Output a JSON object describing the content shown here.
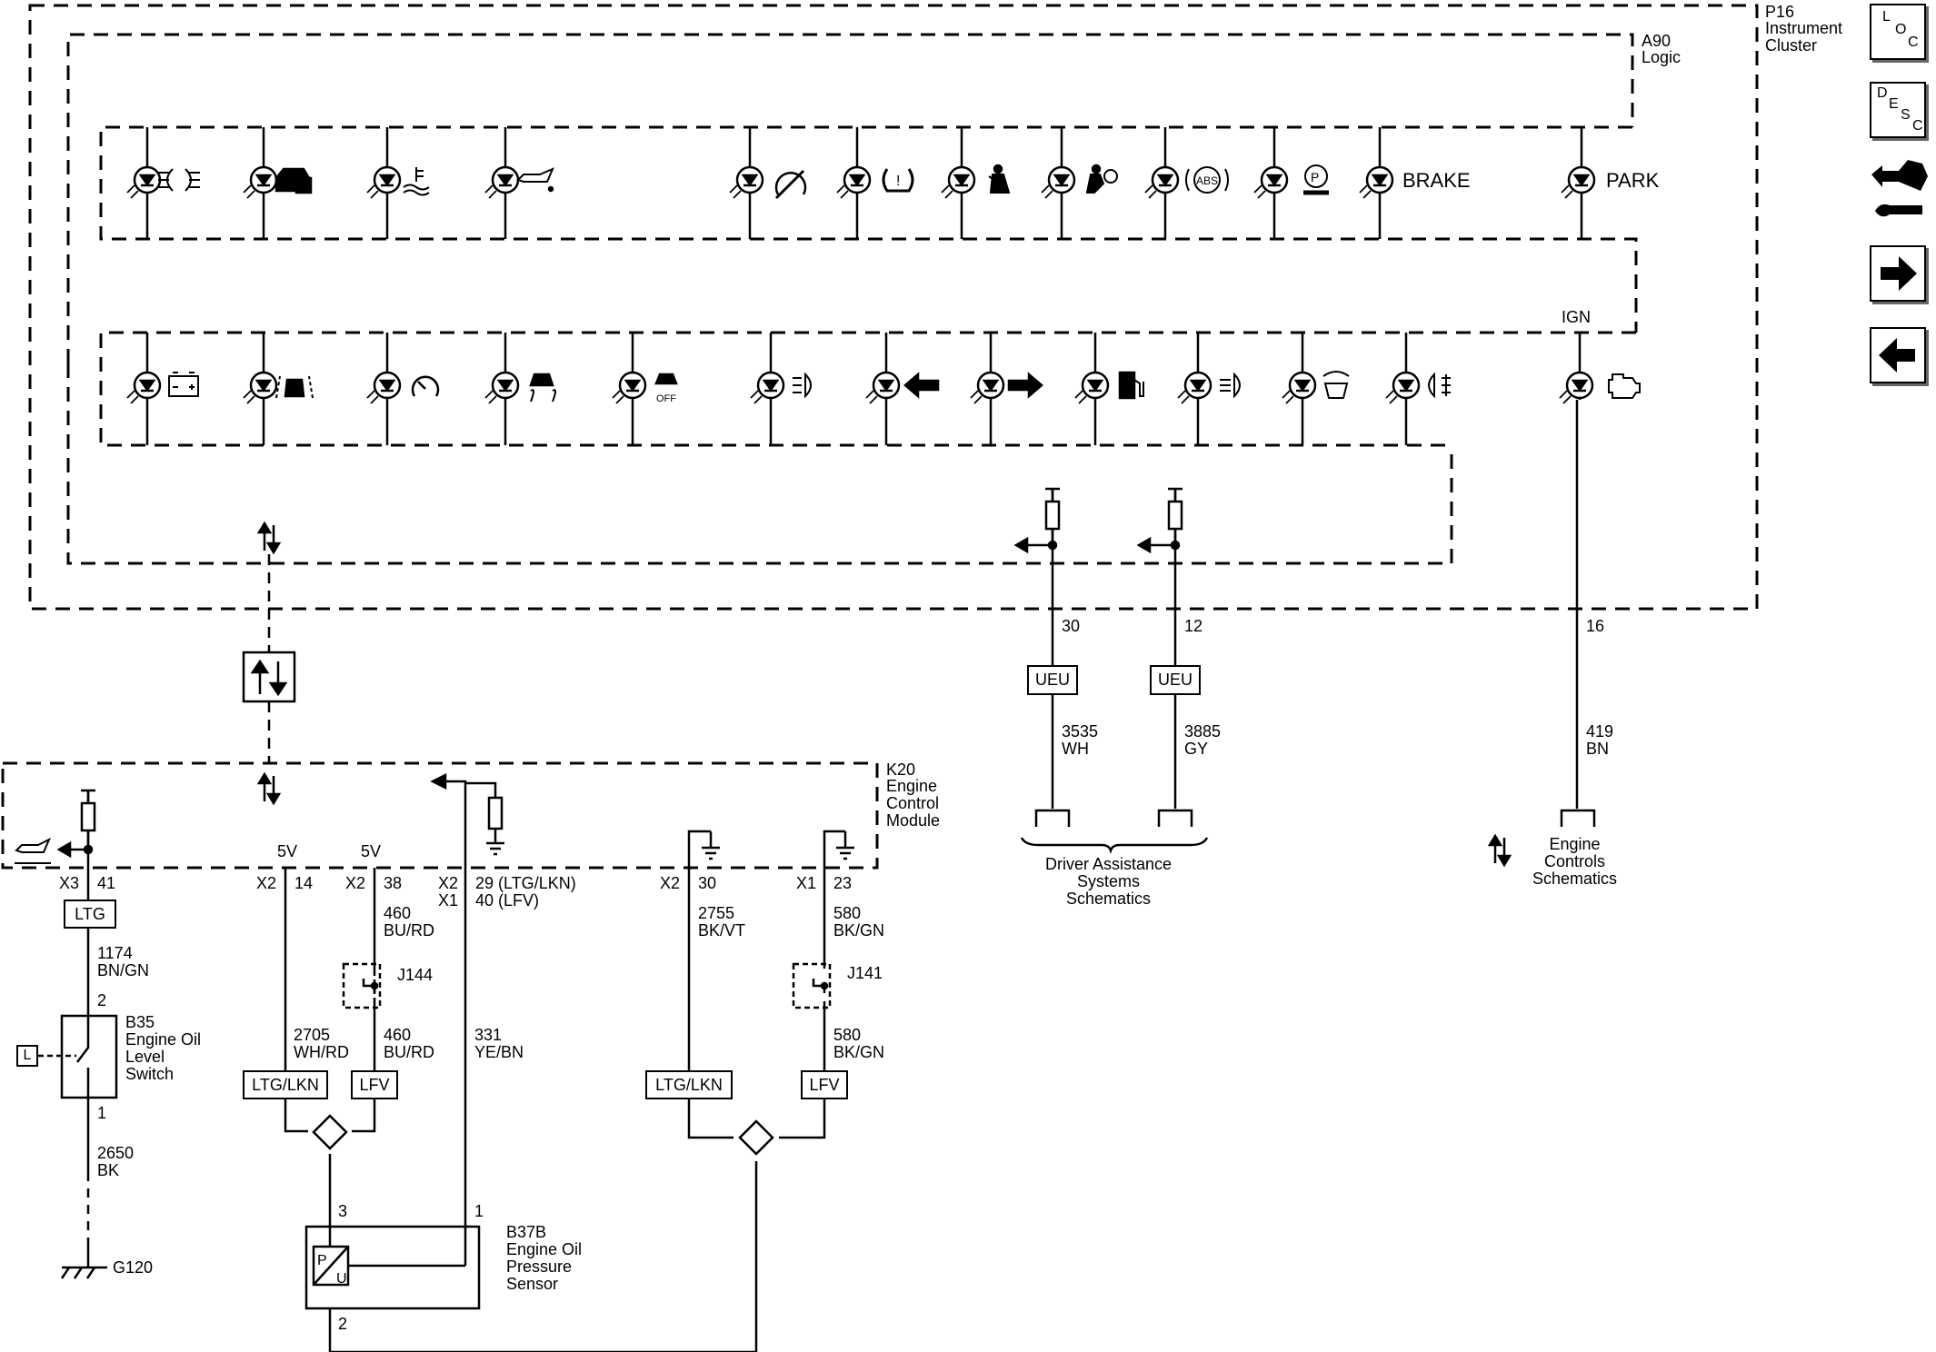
{
  "modules": {
    "cluster": {
      "id": "P16",
      "name": "Instrument\nCluster"
    },
    "logic": {
      "id": "A90",
      "name": "Logic"
    },
    "ecm": {
      "id": "K20",
      "name": "Engine\nControl\nModule"
    }
  },
  "nav": {
    "loc": [
      "L",
      "O",
      "C"
    ],
    "desc": [
      "D",
      "E",
      "S",
      "C"
    ]
  },
  "lamps_top": [
    {
      "icon": "headlamp-icon"
    },
    {
      "icon": "security-icon"
    },
    {
      "icon": "coolant-temp-icon"
    },
    {
      "icon": "oil-pressure-icon"
    },
    {
      "icon": "cruise-off-icon"
    },
    {
      "icon": "tire-pressure-icon"
    },
    {
      "icon": "seat-belt-icon"
    },
    {
      "icon": "airbag-icon"
    },
    {
      "icon": "abs-icon"
    },
    {
      "icon": "park-brake-service-icon"
    },
    {
      "label": "BRAKE"
    },
    {
      "label": "PARK"
    }
  ],
  "lamps_bottom": [
    {
      "icon": "battery-icon"
    },
    {
      "icon": "lane-departure-icon"
    },
    {
      "icon": "speed-limiter-icon"
    },
    {
      "icon": "traction-control-icon"
    },
    {
      "icon": "traction-off-icon"
    },
    {
      "icon": "auto-high-beam-icon"
    },
    {
      "icon": "left-turn-icon"
    },
    {
      "icon": "right-turn-icon"
    },
    {
      "icon": "low-fuel-icon"
    },
    {
      "icon": "high-beam-icon"
    },
    {
      "icon": "hood-open-icon"
    },
    {
      "icon": "rear-fog-icon"
    },
    {
      "icon": "check-engine-icon"
    }
  ],
  "labels": {
    "ign": "IGN",
    "pin30": "30",
    "pin12": "12",
    "pin16": "16",
    "ueu1": "UEU",
    "ueu2": "UEU",
    "w3535": "3535\nWH",
    "w3885": "3885\nGY",
    "w419": "419\nBN",
    "das": "Driver Assistance\nSystems\nSchematics",
    "ecs": "Engine\nControls\nSchematics",
    "v5a": "5V",
    "v5b": "5V",
    "x3": "X3",
    "p41": "41",
    "x2a": "X2",
    "p14": "14",
    "x2b": "X2",
    "p38": "38",
    "x2x1": "X2\nX1",
    "p29": "29 (LTG/LKN)\n40 (LFV)",
    "x2c": "X2",
    "p30b": "30",
    "x1": "X1",
    "p23": "23",
    "ltg": "LTG",
    "w1174": "1174\nBN/GN",
    "pin2": "2",
    "b35": "B35\nEngine Oil\nLevel\nSwitch",
    "pin1": "1",
    "w2650": "2650\nBK",
    "g120": "G120",
    "w460a": "460\nBU/RD",
    "j144": "J144",
    "w2705": "2705\nWH/RD",
    "w460b": "460\nBU/RD",
    "w331": "331\nYE/BN",
    "ltglkn1": "LTG/LKN",
    "lfv1": "LFV",
    "w2755": "2755\nBK/VT",
    "w580a": "580\nBK/GN",
    "j141": "J141",
    "w580b": "580\nBK/GN",
    "ltglkn2": "LTG/LKN",
    "lfv2": "LFV",
    "b37pin3": "3",
    "b37pin1": "1",
    "b37pin2": "2",
    "b37b": "B37B\nEngine Oil\nPressure\nSensor",
    "lbox": "L",
    "p_sym": "P",
    "u_sym": "U"
  },
  "colors": {
    "ink": "#000000",
    "shadow": "#666666"
  }
}
